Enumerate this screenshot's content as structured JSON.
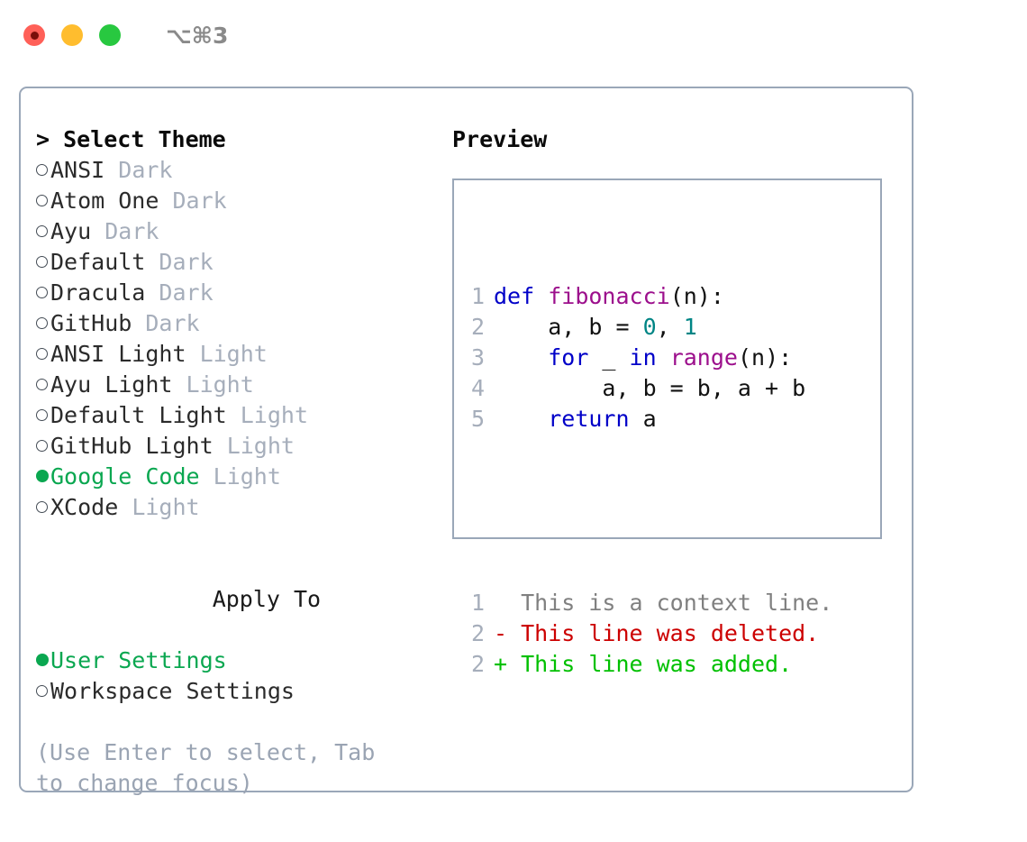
{
  "window": {
    "title": "⌥⌘3",
    "controls": [
      {
        "name": "close",
        "color": "#ff6058"
      },
      {
        "name": "minimize",
        "color": "#ffbd2e"
      },
      {
        "name": "maximize",
        "color": "#28c840"
      }
    ]
  },
  "theme_picker": {
    "heading": "> Select Theme",
    "options": [
      {
        "name": "ANSI",
        "kind": "Dark",
        "selected": false
      },
      {
        "name": "Atom One",
        "kind": "Dark",
        "selected": false
      },
      {
        "name": "Ayu",
        "kind": "Dark",
        "selected": false
      },
      {
        "name": "Default",
        "kind": "Dark",
        "selected": false
      },
      {
        "name": "Dracula",
        "kind": "Dark",
        "selected": false
      },
      {
        "name": "GitHub",
        "kind": "Dark",
        "selected": false
      },
      {
        "name": "ANSI Light",
        "kind": "Light",
        "selected": false
      },
      {
        "name": "Ayu Light",
        "kind": "Light",
        "selected": false
      },
      {
        "name": "Default Light",
        "kind": "Light",
        "selected": false
      },
      {
        "name": "GitHub Light",
        "kind": "Light",
        "selected": false
      },
      {
        "name": "Google Code",
        "kind": "Light",
        "selected": true
      },
      {
        "name": "XCode",
        "kind": "Light",
        "selected": false
      }
    ]
  },
  "apply_to": {
    "heading": "Apply To",
    "options": [
      {
        "name": "User Settings",
        "selected": true
      },
      {
        "name": "Workspace Settings",
        "selected": false
      }
    ]
  },
  "hint": "(Use Enter to select, Tab to change focus)",
  "preview": {
    "label": "Preview",
    "code_lines": [
      {
        "num": "1",
        "tokens": [
          {
            "t": "def ",
            "c": "kw"
          },
          {
            "t": "fibonacci",
            "c": "fn"
          },
          {
            "t": "(n):",
            "c": "pl"
          }
        ]
      },
      {
        "num": "2",
        "tokens": [
          {
            "t": "    a, b = ",
            "c": "pl"
          },
          {
            "t": "0",
            "c": "num"
          },
          {
            "t": ", ",
            "c": "pl"
          },
          {
            "t": "1",
            "c": "num"
          }
        ]
      },
      {
        "num": "3",
        "tokens": [
          {
            "t": "    ",
            "c": "pl"
          },
          {
            "t": "for",
            "c": "kw"
          },
          {
            "t": " _ ",
            "c": "pl"
          },
          {
            "t": "in",
            "c": "kw"
          },
          {
            "t": " ",
            "c": "pl"
          },
          {
            "t": "range",
            "c": "fn"
          },
          {
            "t": "(n):",
            "c": "pl"
          }
        ]
      },
      {
        "num": "4",
        "tokens": [
          {
            "t": "        a, b = b, a + b",
            "c": "pl"
          }
        ]
      },
      {
        "num": "5",
        "tokens": [
          {
            "t": "    ",
            "c": "pl"
          },
          {
            "t": "return",
            "c": "kw"
          },
          {
            "t": " a",
            "c": "pl"
          }
        ]
      }
    ],
    "diff_lines": [
      {
        "num": "1",
        "marker": "  ",
        "text": "This is a context line.",
        "kind": "ctx"
      },
      {
        "num": "2",
        "marker": "- ",
        "text": "This line was deleted.",
        "kind": "del"
      },
      {
        "num": "2",
        "marker": "+ ",
        "text": "This line was added.",
        "kind": "add"
      }
    ]
  }
}
